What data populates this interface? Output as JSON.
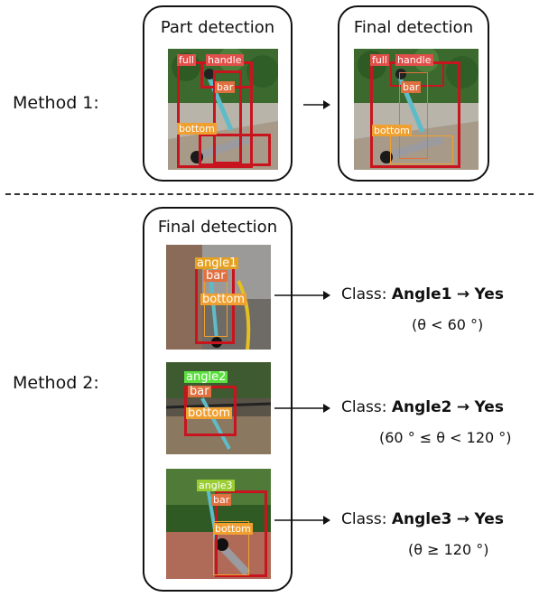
{
  "method1": {
    "label": "Method 1:",
    "part_panel_title": "Part detection",
    "final_panel_title": "Final detection",
    "part_tags": {
      "full": "full",
      "handle": "handle",
      "bar": "bar",
      "bottom": "bottom"
    },
    "final_tags": {
      "full": "full",
      "handle": "handle",
      "bar": "bar",
      "bottom": "bottom"
    }
  },
  "method2": {
    "label": "Method 2:",
    "panel_title": "Final detection",
    "rows": [
      {
        "tags": {
          "angle": "angle1",
          "bar": "bar",
          "bottom": "bottom"
        },
        "class_prefix": "Class:",
        "class_name": "Angle1",
        "arrow": "→",
        "result": "Yes",
        "condition": "(θ < 60 °)"
      },
      {
        "tags": {
          "angle": "angle2",
          "bar": "bar",
          "bottom": "bottom"
        },
        "class_prefix": "Class:",
        "class_name": "Angle2",
        "arrow": "→",
        "result": "Yes",
        "condition": "(60 ° ≤ θ < 120 °)"
      },
      {
        "tags": {
          "angle": "angle3",
          "bar": "bar",
          "bottom": "bottom"
        },
        "class_prefix": "Class:",
        "class_name": "Angle3",
        "arrow": "→",
        "result": "Yes",
        "condition": "(θ ≥ 120 °)"
      }
    ]
  },
  "colors": {
    "detect_red": "#c8141e",
    "tag_orange": "#f0a030",
    "tag_green": "#5ce040",
    "tag_red": "#e0504a",
    "divider": "#333333"
  }
}
